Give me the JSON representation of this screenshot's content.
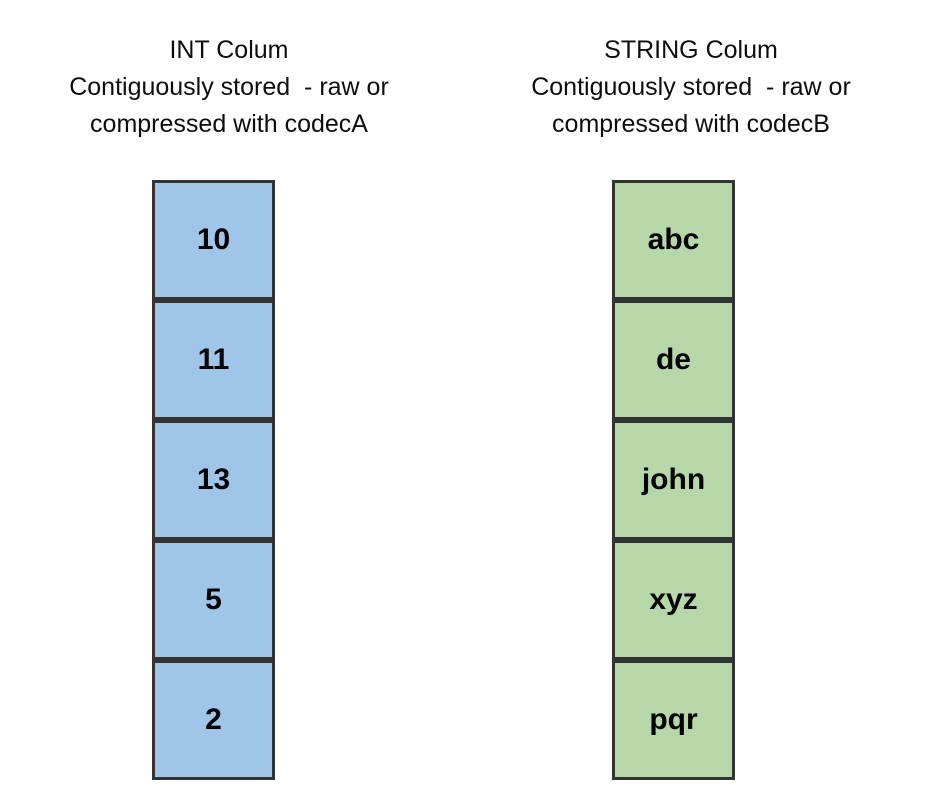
{
  "columns": [
    {
      "id": "int-column",
      "title_lines": [
        "INT Colum",
        "Contiguously stored  - raw or",
        "compressed with codecA"
      ],
      "fill_color": "#9FC5E8",
      "cells": [
        "10",
        "11",
        "13",
        "5",
        "2"
      ]
    },
    {
      "id": "string-column",
      "title_lines": [
        "STRING Colum",
        "Contiguously stored  - raw or",
        "compressed with codecB"
      ],
      "fill_color": "#B6D7A8",
      "cells": [
        "abc",
        "de",
        "john",
        "xyz",
        "pqr"
      ]
    }
  ],
  "colors": {
    "background": "#FFFFFF",
    "border": "#333333",
    "text": "#000000",
    "int_cell_fill": "#9FC5E8",
    "string_cell_fill": "#B6D7A8"
  }
}
